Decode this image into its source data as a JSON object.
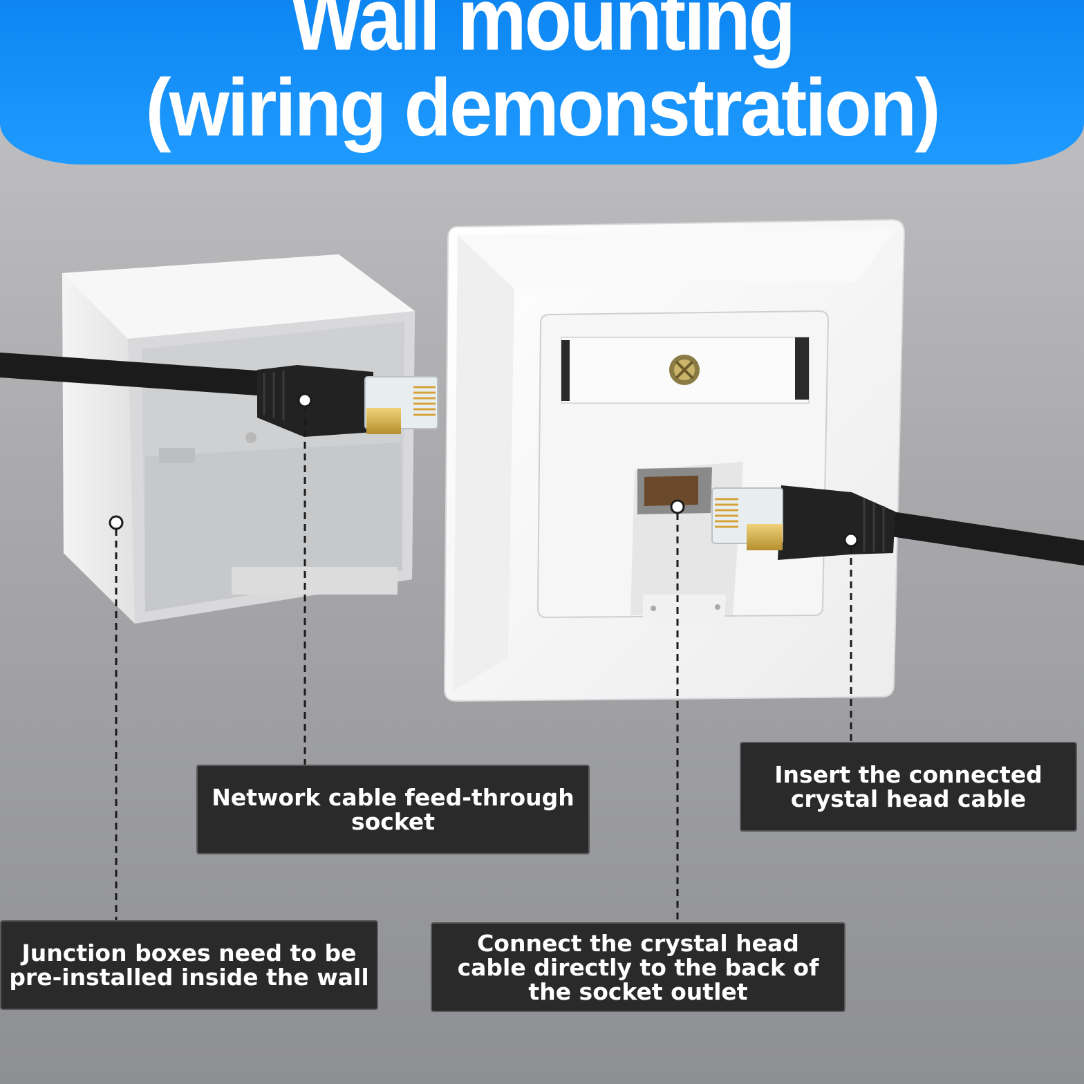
{
  "banner": {
    "title_line1": "Wall mounting",
    "title_line2": "(wiring demonstration)"
  },
  "callouts": {
    "feedthrough": [
      "Network cable feed-through",
      "socket"
    ],
    "insert_cable": [
      "Insert the connected",
      "crystal head cable"
    ],
    "junction_box": [
      "Junction boxes need to be",
      "pre-installed inside the wall"
    ],
    "connect_back": [
      "Connect the crystal head",
      "cable directly to the back of",
      "the socket outlet"
    ]
  },
  "colors": {
    "banner_blue": "#1f9bff",
    "callout_bg": "#2a2a2a",
    "cable_black": "#1b1b1b",
    "connector_gold": "#d9b64a"
  },
  "icons": [
    "junction-box-icon",
    "wall-socket-plate-icon",
    "rj45-connector-icon",
    "ethernet-cable-icon"
  ]
}
